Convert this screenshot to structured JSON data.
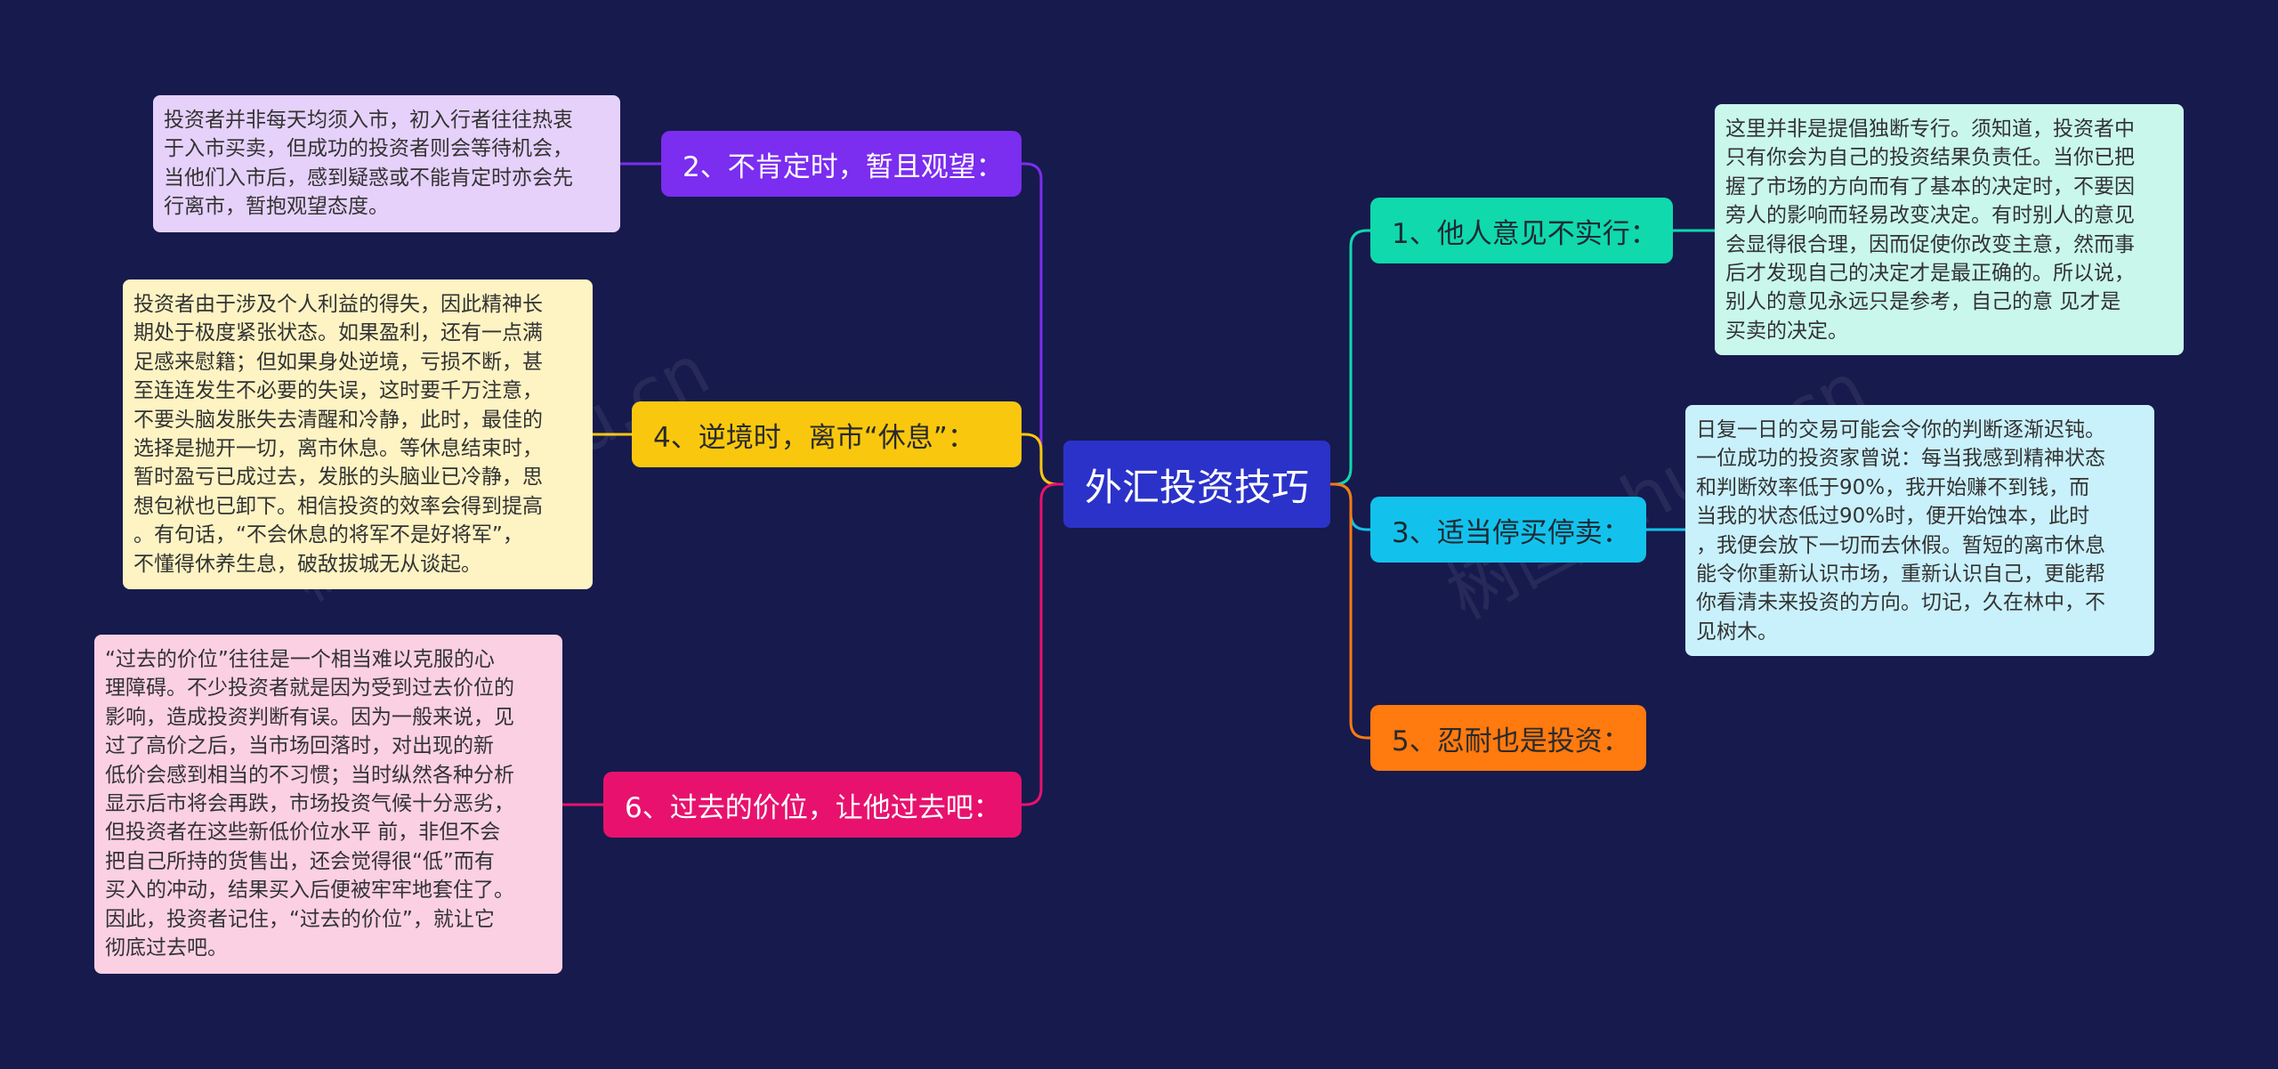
{
  "diagram": {
    "center": {
      "label": "外汇投资技巧",
      "color": "#2b32c9"
    },
    "branches": {
      "b1": {
        "label": "1、他人意见不实行：",
        "color": "#10d9ad",
        "note": "这里并非是提倡独断专行。须知道，投资者中\n只有你会为自己的投资结果负责任。当你已把\n握了市场的方向而有了基本的决定时，不要因\n旁人的影响而轻易改变决定。有时别人的意见\n会显得很合理，因而促使你改变主意，然而事\n后才发现自己的决定才是最正确的。所以说，\n别人的意见永远只是参考，自己的意 见才是\n买卖的决定。"
      },
      "b2": {
        "label": "2、不肯定时，暂且观望：",
        "color": "#7b2df0",
        "note": "投资者并非每天均须入市，初入行者往往热衷\n于入市买卖，但成功的投资者则会等待机会，\n当他们入市后，感到疑惑或不能肯定时亦会先\n行离市，暂抱观望态度。"
      },
      "b3": {
        "label": "3、适当停买停卖：",
        "color": "#13c2ec",
        "note": "日复一日的交易可能会令你的判断逐渐迟钝。\n一位成功的投资家曾说：每当我感到精神状态\n和判断效率低于90%，我开始赚不到钱，而\n当我的状态低过90%时，便开始蚀本，此时\n，我便会放下一切而去休假。暂短的离市休息\n能令你重新认识市场，重新认识自己，更能帮\n你看清未来投资的方向。切记，久在林中，不\n见树木。"
      },
      "b4": {
        "label": "4、逆境时，离市“休息”：",
        "color": "#f9c80e",
        "note": "投资者由于涉及个人利益的得失，因此精神长\n期处于极度紧张状态。如果盈利，还有一点满\n足感来慰籍；但如果身处逆境，亏损不断，甚\n至连连发生不必要的失误，这时要千万注意，\n不要头脑发胀失去清醒和冷静，此时，最佳的\n选择是抛开一切，离市休息。等休息结束时，\n暂时盈亏已成过去，发胀的头脑业已冷静，思\n想包袱也已卸下。相信投资的效率会得到提高\n。有句话，“不会休息的将军不是好将军”，\n不懂得休养生息，破敌拔城无从谈起。"
      },
      "b5": {
        "label": "5、忍耐也是投资：",
        "color": "#ff7a0f"
      },
      "b6": {
        "label": "6、过去的价位，让他过去吧：",
        "color": "#e8126e",
        "note": "“过去的价位”往往是一个相当难以克服的心\n理障碍。不少投资者就是因为受到过去价位的\n影响，造成投资判断有误。因为一般来说，见\n 过了高价之后，当市场回落时，对出现的新\n低价会感到相当的不习惯；当时纵然各种分析\n显示后市将会再跌，市场投资气候十分恶劣，\n但投资者在这些新低价位水平 前，非但不会\n把自己所持的货售出，还会觉得很“低”而有\n买入的冲动，结果买入后便被牢牢地套住了。\n因此，投资者记住，“过去的价位”，就让它\n彻底过去吧。"
      }
    }
  },
  "watermark": {
    "text": "树图 shutu.cn"
  }
}
